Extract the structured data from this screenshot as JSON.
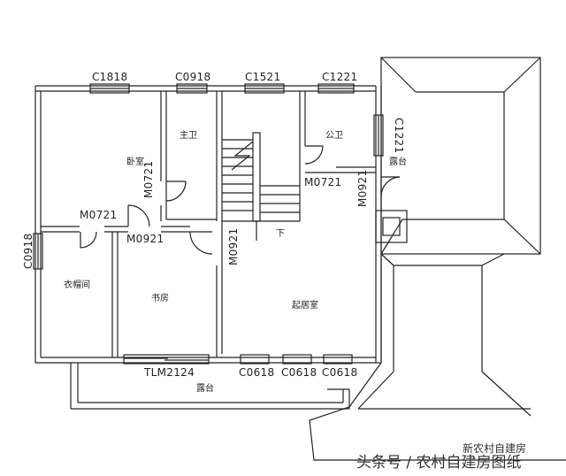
{
  "windows": {
    "c1818": "C1818",
    "c0918_top": "C0918",
    "c1521": "C1521",
    "c1221_top": "C1221",
    "c1221_right": "C1221",
    "c0918_left": "C0918",
    "c0618_a": "C0618",
    "c0618_b": "C0618",
    "c0618_c": "C0618",
    "tlm2124": "TLM2124"
  },
  "doors": {
    "m0721_bedroom": "M0721",
    "m0721_closet": "M0721",
    "m0721_bath": "M0721",
    "m0921_study": "M0921",
    "m0921_living": "M0921",
    "m0921_right": "M0921"
  },
  "rooms": {
    "bedroom": "卧室",
    "master_bath": "主卫",
    "public_bath": "公卫",
    "terrace_right": "露台",
    "closet": "衣帽间",
    "study": "书房",
    "living": "起居室",
    "terrace_bottom": "露台",
    "down": "下"
  },
  "watermark": {
    "main": "头条号 / 农村自建房图纸",
    "small": "新农村自建房"
  }
}
